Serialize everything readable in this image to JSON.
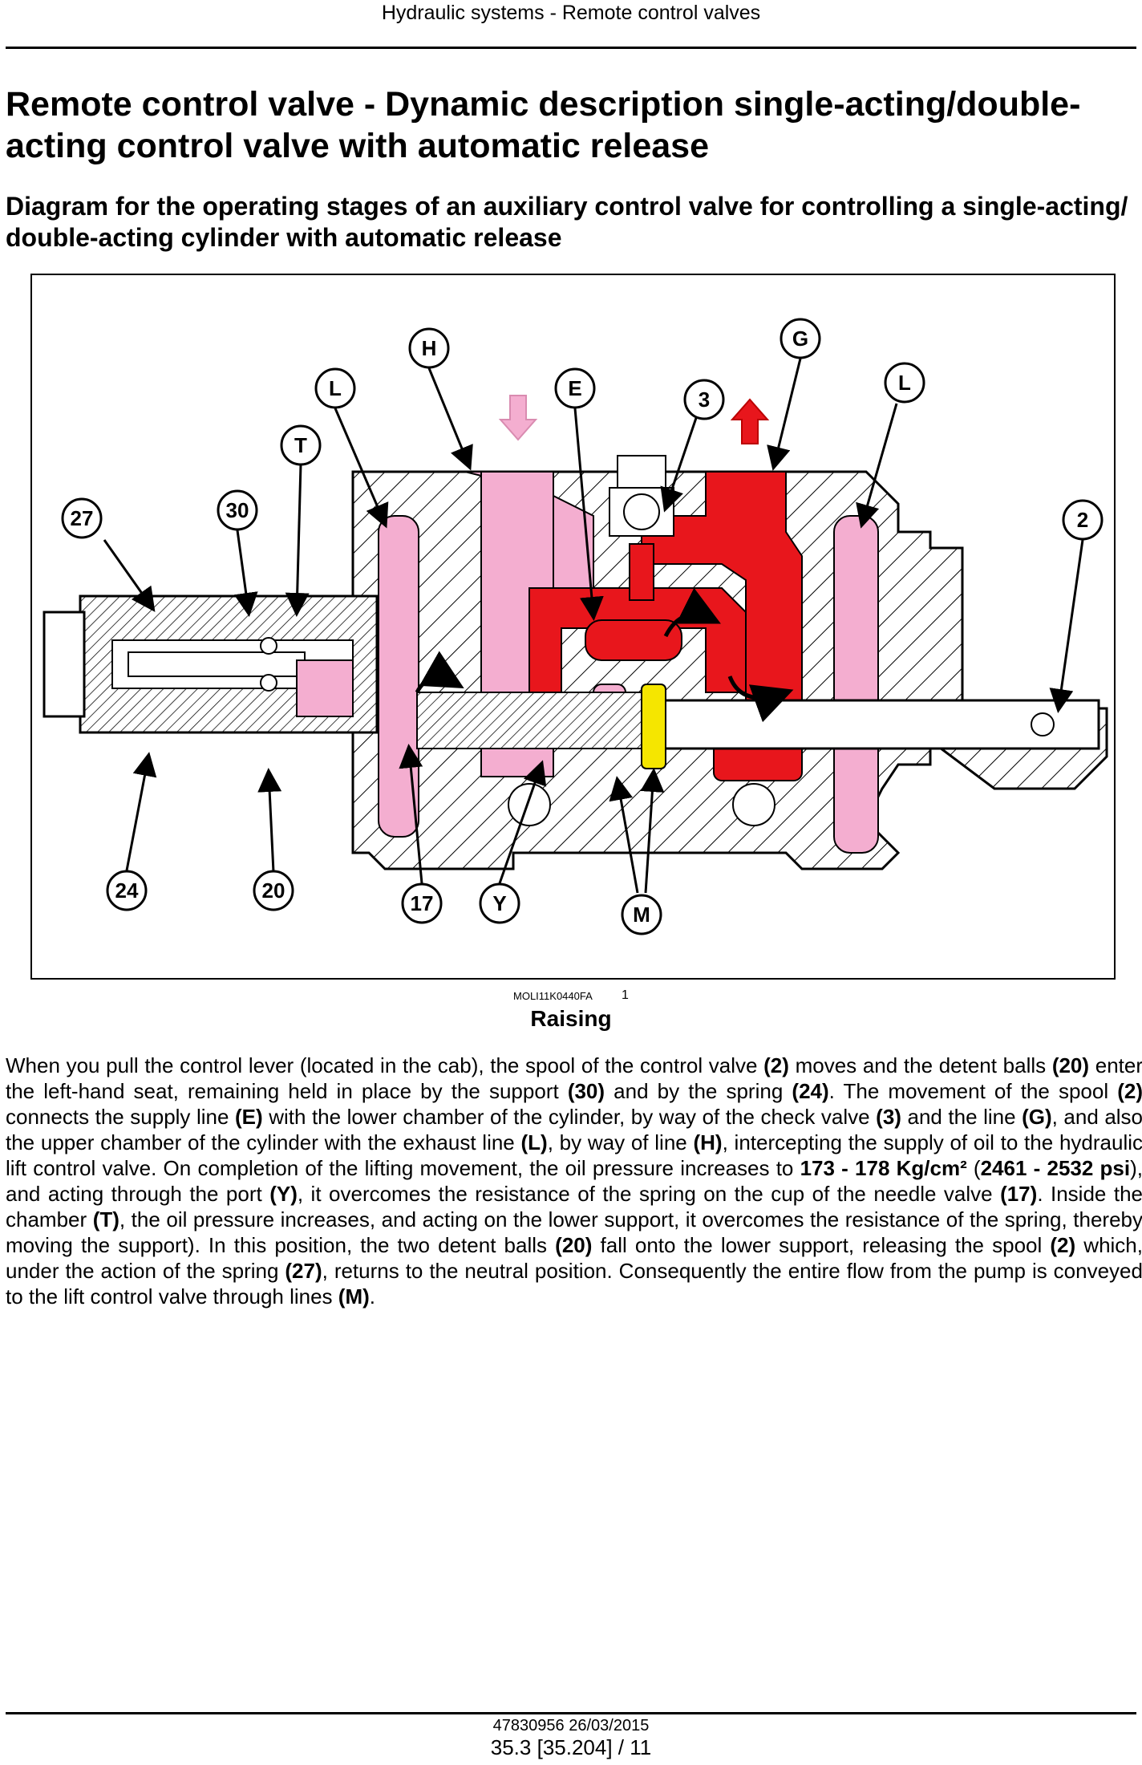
{
  "header": {
    "section_title": "Hydraulic systems - Remote control valves"
  },
  "title": "Remote control valve - Dynamic description single-acting/double-acting control valve with automatic release",
  "subtitle": "Diagram for the operating stages of an auxiliary control valve for controlling a single-acting/ double-acting cylinder with automatic release",
  "figure": {
    "reference": "MOLI11K0440FA",
    "number": "1",
    "caption": "Raising",
    "colors": {
      "pressure": "#e8161c",
      "return": "#f4aed0",
      "neutral": "#f5e600",
      "hatch": "#000000"
    },
    "callouts": [
      "H",
      "G",
      "L",
      "E",
      "3",
      "L",
      "T",
      "27",
      "30",
      "2",
      "24",
      "20",
      "17",
      "Y",
      "M"
    ]
  },
  "body": {
    "s1": "When you pull the control lever (located in the cab), the spool of the control valve ",
    "r1": "(2)",
    "s2": " moves and the detent balls ",
    "r2": "(20)",
    "s3": " enter the left-hand seat, remaining held in place by the support ",
    "r3": "(30)",
    "s4": " and by the spring ",
    "r4": "(24)",
    "s5": ". The movement of the spool ",
    "r5": "(2)",
    "s6": " connects the supply line ",
    "r6": "(E)",
    "s7": " with the lower chamber of the cylinder, by way of the check valve ",
    "r7": "(3)",
    "s8": " and the line ",
    "r8": "(G)",
    "s9": ", and also the upper chamber of the cylinder with the exhaust line ",
    "r9": "(L)",
    "s10": ", by way of line ",
    "r10": "(H)",
    "s11": ", intercepting the supply of oil to the hydraulic lift control valve. On completion of the lifting movement, the oil pressure increases to ",
    "r11": "173 - 178 Kg/cm²",
    "s12": " (",
    "r12": "2461 - 2532 psi",
    "s13": "), and acting through the port ",
    "r13": "(Y)",
    "s14": ", it overcomes the resistance of the spring on the cup of the needle valve ",
    "r14": "(17)",
    "s15": ". Inside the chamber ",
    "r15": "(T)",
    "s16": ", the oil pressure increases, and acting on the lower support, it overcomes the resistance of the spring, thereby moving the support). In this position, the two detent balls ",
    "r16": "(20)",
    "s17": " fall onto the lower support, releasing the spool ",
    "r17": "(2)",
    "s18": " which, under the action of the spring ",
    "r18": "(27)",
    "s19": ", returns to the neutral position. Consequently the entire flow from the pump is conveyed to the lift control valve through lines ",
    "r19": "(M)",
    "s20": "."
  },
  "footer": {
    "doc_id": "47830956 26/03/2015",
    "page_ref": "35.3 [35.204] / 11"
  }
}
